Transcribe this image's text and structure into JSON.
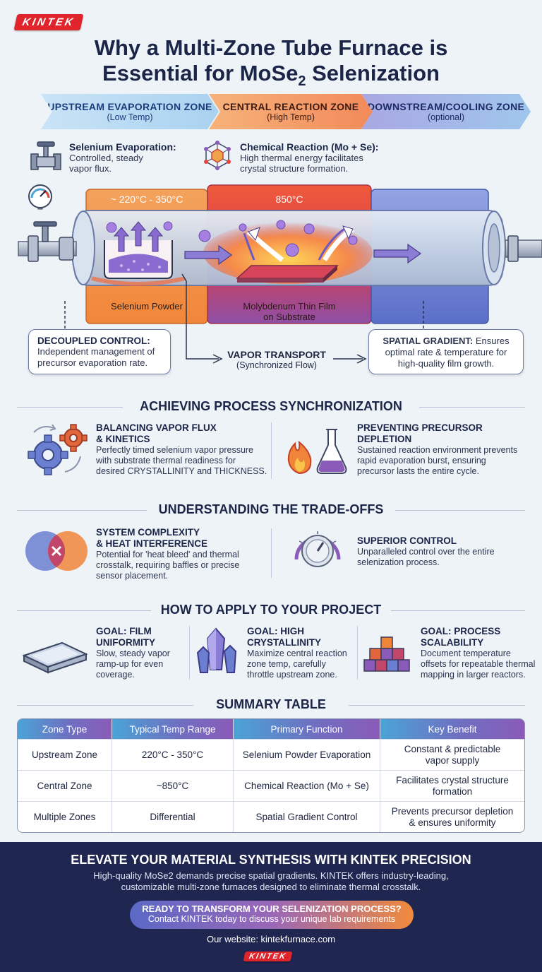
{
  "brand": {
    "logo": "KINTEK"
  },
  "header": {
    "title_line1": "Why a Multi-Zone Tube Furnace is",
    "title_line2_pre": "Essential for MoSe",
    "title_sub": "2",
    "title_line2_post": " Selenization"
  },
  "zones": [
    {
      "name": "UPSTREAM EVAPORATION ZONE",
      "sub": "(Low Temp)"
    },
    {
      "name": "CENTRAL REACTION ZONE",
      "sub": "(High Temp)"
    },
    {
      "name": "DOWNSTREAM/COOLING ZONE",
      "sub": "(optional)"
    }
  ],
  "notes": {
    "evap_title": "Selenium Evaporation:",
    "evap_text1": "Controlled, steady",
    "evap_text2": "vapor flux.",
    "react_title": "Chemical Reaction (Mo + Se):",
    "react_text1": "High thermal energy facilitates",
    "react_text2": "crystal structure formation."
  },
  "furnace": {
    "upstream_temp": "~ 220°C - 350°C",
    "central_temp": "850°C",
    "powder_label": "Selenium Powder",
    "film_label1": "Molybdenum Thin Film",
    "film_label2": "on Substrate"
  },
  "callouts": {
    "decoupled_title": "DECOUPLED CONTROL:",
    "decoupled_text1": "Independent management of",
    "decoupled_text2": "precursor evaporation rate.",
    "vapor_title": "VAPOR TRANSPORT",
    "vapor_sub": "(Synchronized Flow)",
    "spatial_title": "SPATIAL GRADIENT:",
    "spatial_text0": " Ensures",
    "spatial_text1": "optimal rate & temperature for",
    "spatial_text2": "high-quality film growth."
  },
  "sync": {
    "title": "ACHIEVING PROCESS SYNCHRONIZATION",
    "items": [
      {
        "h1": "BALANCING VAPOR FLUX",
        "h2": "& KINETICS",
        "t1": "Perfectly timed selenium vapor pressure",
        "t2": "with substrate thermal readiness for",
        "t3": "desired CRYSTALLINITY and THICKNESS."
      },
      {
        "h1": "PREVENTING PRECURSOR",
        "h2": "DEPLETION",
        "t1": "Sustained reaction environment prevents",
        "t2": "rapid evaporation burst, ensuring",
        "t3": "precursor lasts the entire cycle."
      }
    ]
  },
  "tradeoffs": {
    "title": "UNDERSTANDING THE TRADE-OFFS",
    "items": [
      {
        "h1": "SYSTEM COMPLEXITY",
        "h2": "& HEAT INTERFERENCE",
        "t1": "Potential for 'heat bleed' and thermal",
        "t2": "crosstalk, requiring baffles or precise",
        "t3": "sensor placement."
      },
      {
        "h1": "SUPERIOR CONTROL",
        "t1": "Unparalleled control over the entire",
        "t2": "selenization process."
      }
    ]
  },
  "apply": {
    "title": "HOW TO APPLY TO YOUR PROJECT",
    "items": [
      {
        "h1": "GOAL: FILM",
        "h2": "UNIFORMITY",
        "t1": "Slow, steady vapor",
        "t2": "ramp-up for even",
        "t3": "coverage."
      },
      {
        "h1": "GOAL: HIGH",
        "h2": "CRYSTALLINITY",
        "t1": "Maximize central reaction",
        "t2": "zone temp, carefully",
        "t3": "throttle upstream zone."
      },
      {
        "h1": "GOAL: PROCESS",
        "h2": "SCALABILITY",
        "t1": "Document temperature",
        "t2": "offsets for repeatable thermal",
        "t3": "mapping in larger reactors."
      }
    ]
  },
  "summary": {
    "title": "SUMMARY TABLE",
    "headers": [
      "Zone Type",
      "Typical Temp Range",
      "Primary Function",
      "Key Benefit"
    ],
    "rows": [
      [
        "Upstream Zone",
        "220°C - 350°C",
        "Selenium Powder Evaporation",
        "Constant & predictable",
        "vapor supply"
      ],
      [
        "Central Zone",
        "~850°C",
        "Chemical Reaction (Mo + Se)",
        "Facilitates crystal structure",
        "formation"
      ],
      [
        "Multiple Zones",
        "Differential",
        "Spatial Gradient Control",
        "Prevents precursor depletion",
        "& ensures uniformity"
      ]
    ]
  },
  "footer": {
    "headline": "ELEVATE YOUR MATERIAL SYNTHESIS WITH KINTEK PRECISION",
    "text1": "High-quality MoSe2 demands precise spatial gradients. KINTEK offers industry-leading,",
    "text2": "customizable multi-zone furnaces designed to eliminate thermal crosstalk.",
    "cta1": "READY TO TRANSFORM YOUR SELENIZATION PROCESS?",
    "cta2": "Contact KINTEK today to discuss your unique lab requirements",
    "website": "Our website: kintekfurnace.com",
    "logo": "KINTEK"
  },
  "colors": {
    "upstream": "#f08a3c",
    "central": "#e2453b",
    "downstream": "#6d7fd0",
    "accent_purple": "#8a5bb8",
    "footer_bg": "#1f2650"
  }
}
